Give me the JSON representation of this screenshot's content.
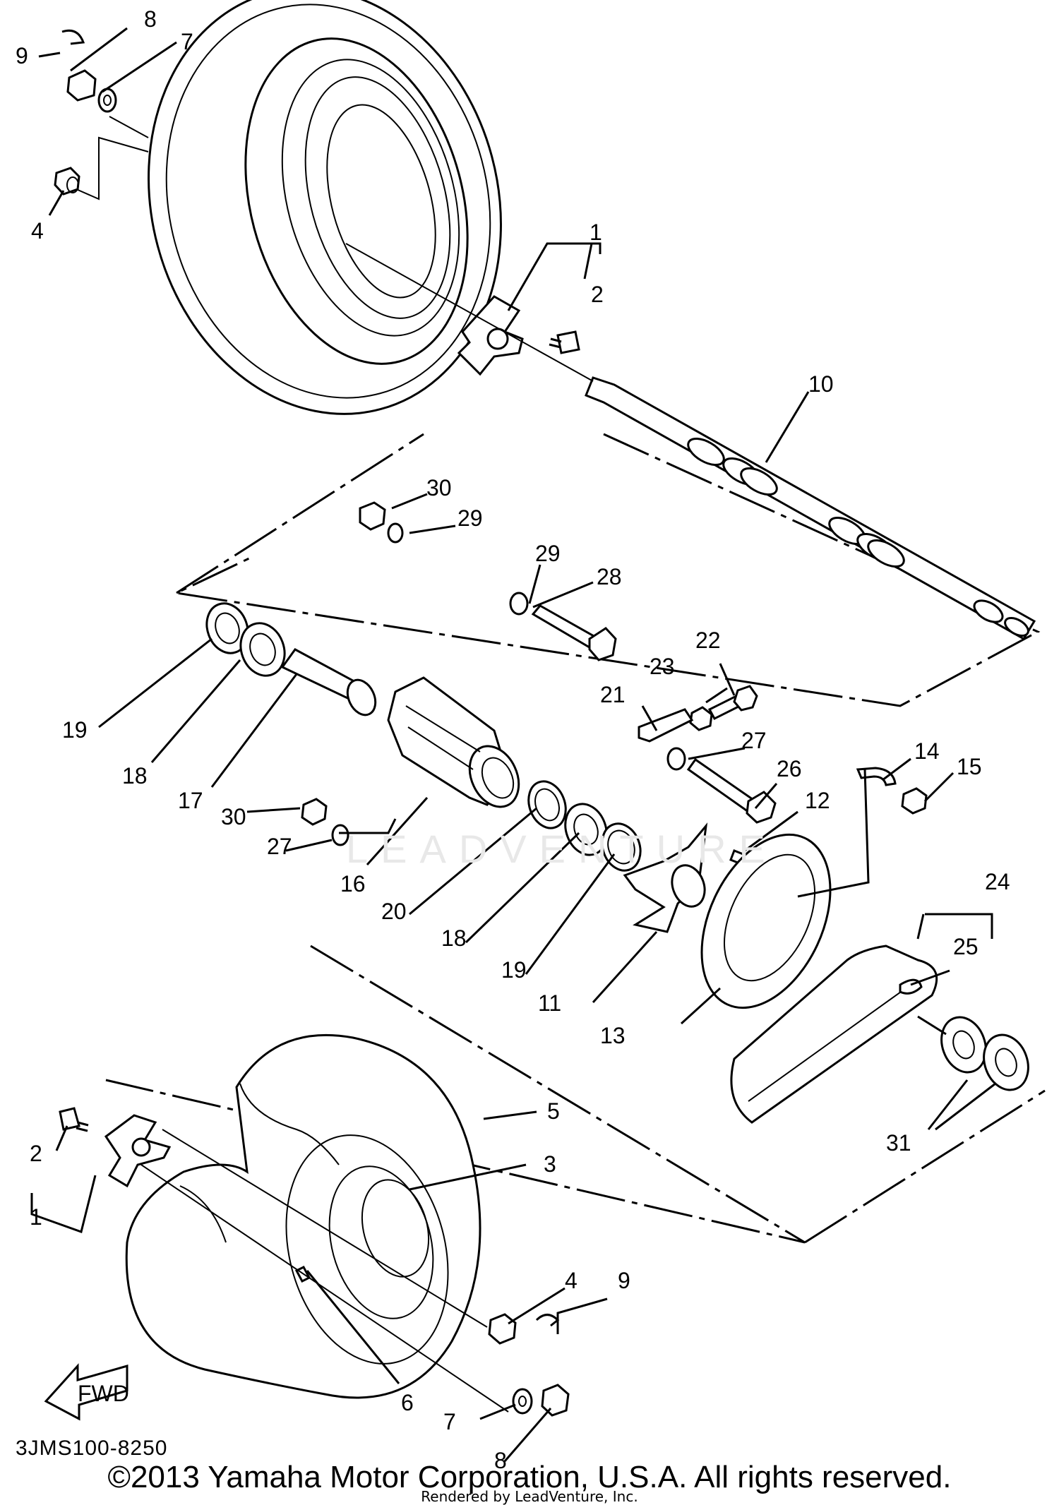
{
  "diagram": {
    "part_code": "3JMS100-8250",
    "copyright": "©2013 Yamaha Motor Corporation, U.S.A. All rights reserved.",
    "rendered_by": "Rendered by LeadVenture, Inc.",
    "watermark": "LEADVENTURE",
    "fwd_label": "FWD",
    "callouts": {
      "c1a": "1",
      "c2a": "2",
      "c4a": "4",
      "c7a": "7",
      "c8a": "8",
      "c9a": "9",
      "c10": "10",
      "c30a": "30",
      "c29a": "29",
      "c29b": "29",
      "c28": "28",
      "c22": "22",
      "c23": "23",
      "c21": "21",
      "c27a": "27",
      "c26": "26",
      "c12": "12",
      "c14": "14",
      "c15": "15",
      "c19a": "19",
      "c18a": "18",
      "c17": "17",
      "c30b": "30",
      "c27b": "27",
      "c16": "16",
      "c20": "20",
      "c18b": "18",
      "c19b": "19",
      "c11": "11",
      "c13": "13",
      "c24": "24",
      "c25": "25",
      "c31": "31",
      "c5": "5",
      "c3": "3",
      "c2b": "2",
      "c1b": "1",
      "c4b": "4",
      "c9b": "9",
      "c6": "6",
      "c7b": "7",
      "c8b": "8"
    }
  }
}
